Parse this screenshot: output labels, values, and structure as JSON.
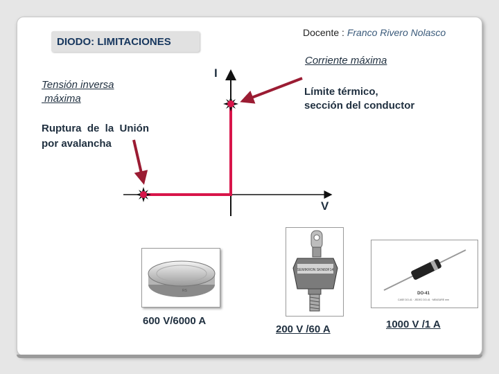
{
  "header": {
    "title": "DIODO: LIMITACIONES",
    "docente_label": "Docente : ",
    "docente_name": "Franco Rivero Nolasco"
  },
  "diagram": {
    "current_title": "Corriente máxima",
    "thermal_line1": "Límite térmico,",
    "thermal_line2": "sección del conductor",
    "reverse_line1": "Tensión inversa",
    "reverse_line2": " máxima",
    "avalanche_line1": "Ruptura  de  la  Unión",
    "avalanche_line2": "por avalancha",
    "axis_i": "I",
    "axis_v": "V"
  },
  "devices": [
    {
      "caption": "600 V/6000 A",
      "stamp": "RS"
    },
    {
      "caption": "200 V /60 A",
      "stamp": "SEMIKRON SKN60F14"
    },
    {
      "caption": "1000 V /1 A",
      "package": "DO-41",
      "fine_print": "CASE DO-41 · JEDEC DO-41 · MEASURE mm"
    }
  ],
  "colors": {
    "curve": "#d8154a",
    "arrow": "#9b1c33",
    "title_bg": "#e1e1e1",
    "title_text": "#17375e"
  }
}
